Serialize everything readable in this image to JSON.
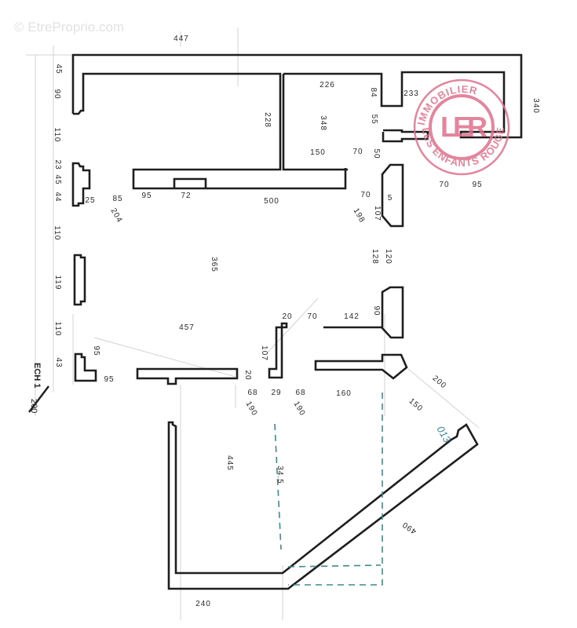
{
  "watermark": "© EtreProprio.com",
  "stamp": {
    "top_text": "IMMOBILIER",
    "bottom_text": "LES ENFANTS ROUGES",
    "logo": "LER",
    "color": "#e0708c"
  },
  "scale": {
    "label": "ECH 1",
    "denominator": "200"
  },
  "handwritten_note": "013",
  "dims": [
    "447",
    "45",
    "90",
    "110",
    "23",
    "45",
    "44",
    "110",
    "119",
    "110",
    "43",
    "95",
    "95",
    "25",
    "85",
    "204",
    "95",
    "72",
    "500",
    "228",
    "226",
    "84",
    "348",
    "55",
    "150",
    "70",
    "50",
    "70",
    "198",
    "107",
    "5",
    "233",
    "340",
    "70",
    "95",
    "365",
    "128",
    "120",
    "90",
    "142",
    "20",
    "70",
    "457",
    "107",
    "20",
    "68",
    "190",
    "29",
    "68",
    "190",
    "160",
    "200",
    "150",
    "445",
    "34.5",
    "490",
    "240"
  ]
}
